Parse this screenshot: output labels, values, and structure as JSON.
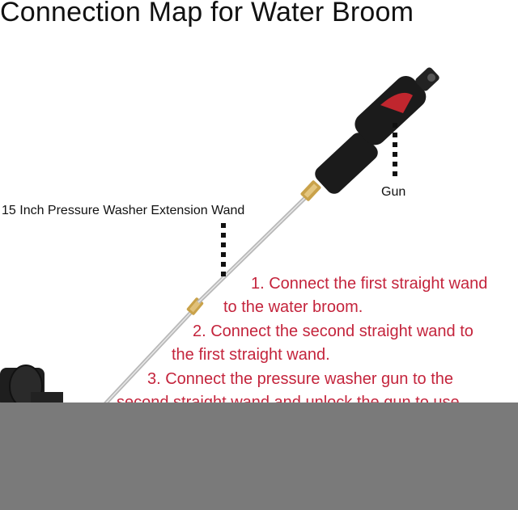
{
  "title": "Connection Map for Water Broom",
  "labels": {
    "gun": "Gun",
    "extension_wand": "15 Inch Pressure Washer Extension Wand"
  },
  "steps": [
    {
      "line1": "1. Connect the first straight wand",
      "line2": "to the water broom."
    },
    {
      "line1": "2. Connect the second straight wand to",
      "line2": "the first straight wand."
    },
    {
      "line1": "3. Connect the pressure washer gun to the",
      "line2": "second straight wand and unlock the gun to use"
    }
  ],
  "colors": {
    "step_text": "#c4243c",
    "overlay": "#7a7a7a",
    "handle": "#1b1b1b",
    "trigger_accent": "#c0262e",
    "wand_metal": "#b8b8b8",
    "connector_brass": "#c9a24a"
  }
}
